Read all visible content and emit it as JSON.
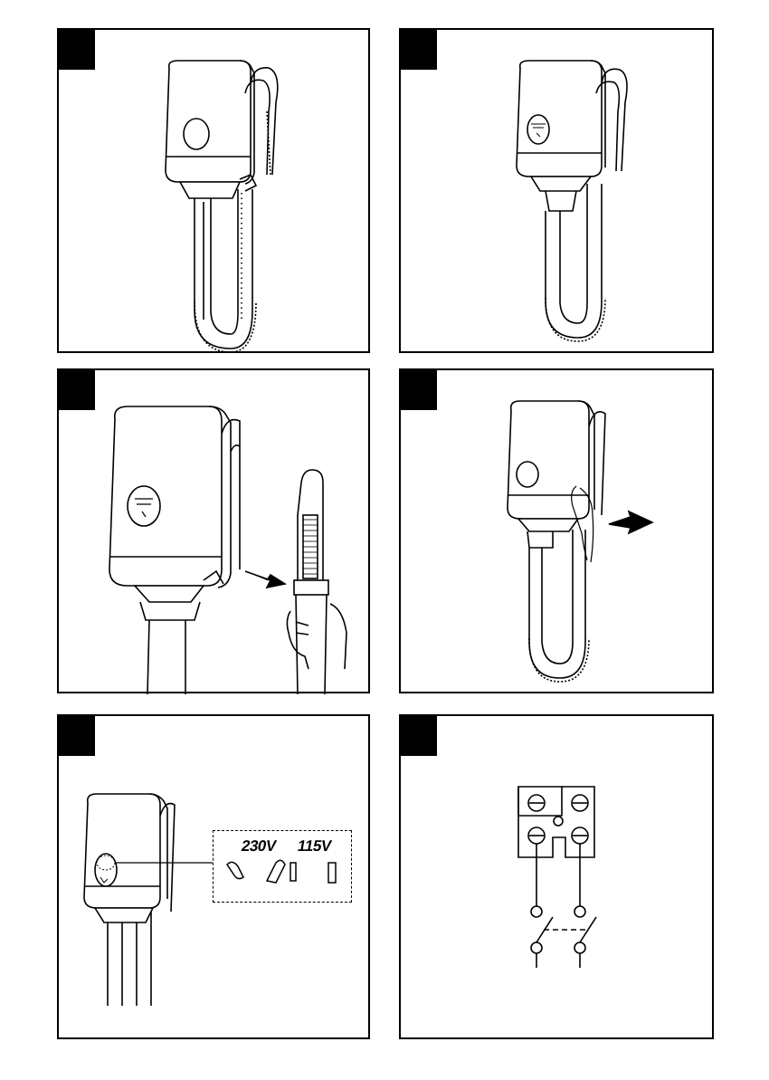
{
  "panels": [
    {
      "id": 1,
      "content": "dryer-front-round-button"
    },
    {
      "id": 2,
      "content": "dryer-front-symbol-button"
    },
    {
      "id": 3,
      "content": "dryer-hose-disconnect"
    },
    {
      "id": 4,
      "content": "dryer-cord-insertion"
    },
    {
      "id": 5,
      "content": "voltage-selector"
    },
    {
      "id": 6,
      "content": "wiring-diagram"
    }
  ],
  "voltage": {
    "option_230": "230V",
    "option_115": "115V"
  }
}
